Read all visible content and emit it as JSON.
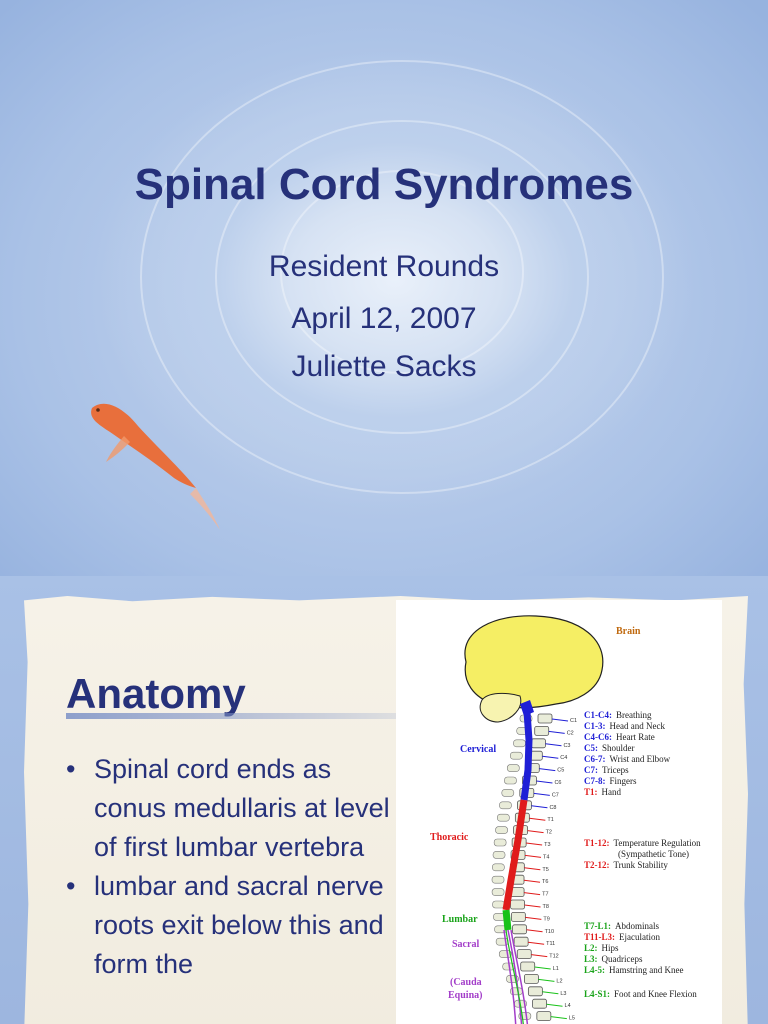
{
  "slide1": {
    "title": "Spinal Cord Syndromes",
    "subtitle_lines": [
      "Resident Rounds",
      "April 12, 2007",
      "Juliette Sacks"
    ]
  },
  "slide2": {
    "title": "Anatomy",
    "bullets": [
      "Spinal cord ends as conus medullaris at level of first lumbar vertebra",
      "lumbar and sacral nerve roots exit below this and form the"
    ],
    "figure": {
      "brain_label": "Brain",
      "region_labels": {
        "cervical": "Cervical",
        "thoracic": "Thoracic",
        "lumbar": "Lumbar",
        "sacral": "Sacral",
        "cauda_1": "(Cauda",
        "cauda_2": "Equina)"
      },
      "vertebra_labels": [
        "C1",
        "C2",
        "C3",
        "C4",
        "C5",
        "C6",
        "C7",
        "C8",
        "T1",
        "T2",
        "T3",
        "T4",
        "T5",
        "T6",
        "T7",
        "T8",
        "T9",
        "T10",
        "T11",
        "T12",
        "L1",
        "L2",
        "L3",
        "L4",
        "L5"
      ],
      "levels": [
        {
          "code": "C1-C4:",
          "desc": "Breathing"
        },
        {
          "code": "C1-3:",
          "desc": "Head and Neck"
        },
        {
          "code": "C4-C6:",
          "desc": "Heart Rate"
        },
        {
          "code": "C5:",
          "desc": "Shoulder"
        },
        {
          "code": "C6-7:",
          "desc": "Wrist and Elbow"
        },
        {
          "code": "C7:",
          "desc": "Triceps"
        },
        {
          "code": "C7-8:",
          "desc": "Fingers"
        },
        {
          "code": "T1:",
          "desc": "Hand"
        },
        {
          "code": "T1-12:",
          "desc": "Temperature Regulation"
        },
        {
          "code": "",
          "desc": "(Sympathetic Tone)"
        },
        {
          "code": "T2-12:",
          "desc": "Trunk Stability"
        },
        {
          "code": "T7-L1:",
          "desc": "Abdominals"
        },
        {
          "code": "T11-L3:",
          "desc": "Ejaculation"
        },
        {
          "code": "L2:",
          "desc": "Hips"
        },
        {
          "code": "L3:",
          "desc": "Quadriceps"
        },
        {
          "code": "L4-5:",
          "desc": "Hamstring and Knee"
        },
        {
          "code": "L4-S1:",
          "desc": "Foot and Knee Flexion"
        }
      ],
      "colors": {
        "brain": "#f5ee64",
        "cervical": "#1f1fd6",
        "thoracic": "#e01b1b",
        "lumbar": "#19c219",
        "sacral": "#a33ec9",
        "code_cervical": "#1f1fd6",
        "code_thoracic": "#e01b1b",
        "code_lumbar": "#19a319"
      }
    }
  }
}
